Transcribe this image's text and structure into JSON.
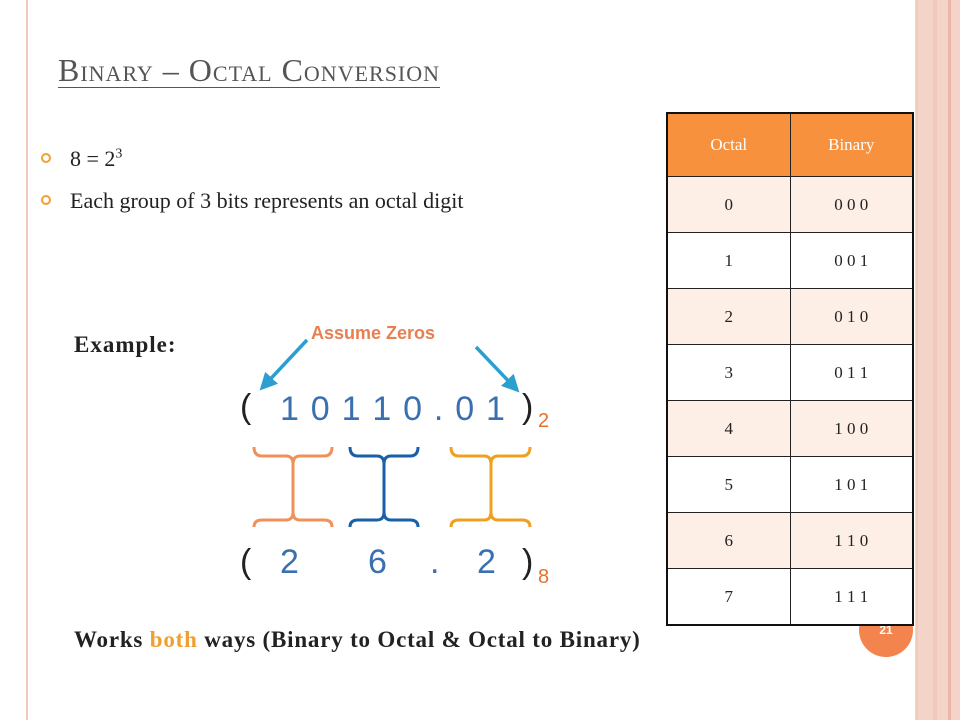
{
  "title": "Binary – Octal Conversion",
  "bullets": [
    {
      "base": "8 = 2",
      "exp": "3"
    },
    {
      "text": "Each group of 3 bits represents an octal digit"
    }
  ],
  "example": {
    "label": "Example:",
    "assume_label": "Assume Zeros",
    "open_paren": "(",
    "close_paren": ")",
    "binary_digits": [
      "1",
      "0",
      "1",
      "1",
      "0",
      ".",
      "0",
      "1"
    ],
    "binary_base": "2",
    "octal_digits": [
      "2",
      "6",
      ".",
      "2"
    ],
    "octal_base": "8"
  },
  "footer": {
    "before": "Works ",
    "highlight": "both",
    "after": " ways (Binary to Octal & Octal to Binary)"
  },
  "page_number": "21",
  "table": {
    "headers": [
      "Octal",
      "Binary"
    ],
    "rows": [
      [
        "0",
        "0 0 0"
      ],
      [
        "1",
        "0 0 1"
      ],
      [
        "2",
        "0 1 0"
      ],
      [
        "3",
        "0 1 1"
      ],
      [
        "4",
        "1 0 0"
      ],
      [
        "5",
        "1 0 1"
      ],
      [
        "6",
        "1 1 0"
      ],
      [
        "7",
        "1 1 1"
      ]
    ]
  },
  "colors": {
    "accent_orange": "#f7913d",
    "digit_blue": "#3a6fb0",
    "brace_orange": "#f0915a",
    "brace_blue": "#1a5fa8",
    "brace_gold": "#f0a020",
    "arrow_blue": "#2a9fd0"
  }
}
